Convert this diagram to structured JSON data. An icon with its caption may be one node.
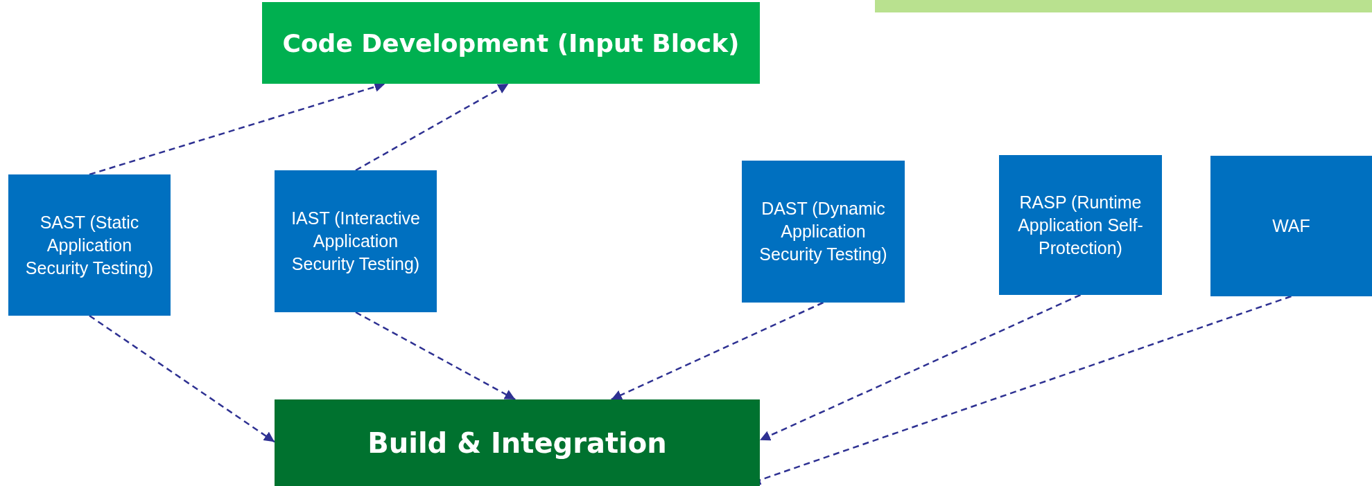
{
  "diagram": {
    "nodes": [
      {
        "text": [
          "Code Development (Input Block)"
        ]
      },
      {
        "text": [
          "SAST (Static Application Security Testing)"
        ]
      },
      {
        "text": [
          "IAST (Interactive Application Security Testing)"
        ]
      },
      {
        "text": [
          "DAST (Dynamic Application Security Testing)"
        ]
      },
      {
        "text": [
          "RASP (Runtime Application Self-Protection)"
        ]
      },
      {
        "text": [
          "WAF"
        ]
      },
      {
        "text": [
          "Build & Integration"
        ]
      }
    ],
    "edges": [
      {
        "from": 1,
        "to": 0,
        "arrow": "to",
        "style": "dashed"
      },
      {
        "from": 2,
        "to": 0,
        "arrow": "to",
        "style": "dashed"
      },
      {
        "from": 1,
        "to": 6,
        "arrow": "to",
        "style": "dashed"
      },
      {
        "from": 2,
        "to": 6,
        "arrow": "to",
        "style": "dashed"
      },
      {
        "from": 3,
        "to": 6,
        "arrow": "to",
        "style": "dashed"
      },
      {
        "from": 4,
        "to": 6,
        "arrow": "to",
        "style": "dashed"
      },
      {
        "from": 5,
        "to": 6,
        "arrow": "to",
        "style": "dashed"
      }
    ]
  }
}
